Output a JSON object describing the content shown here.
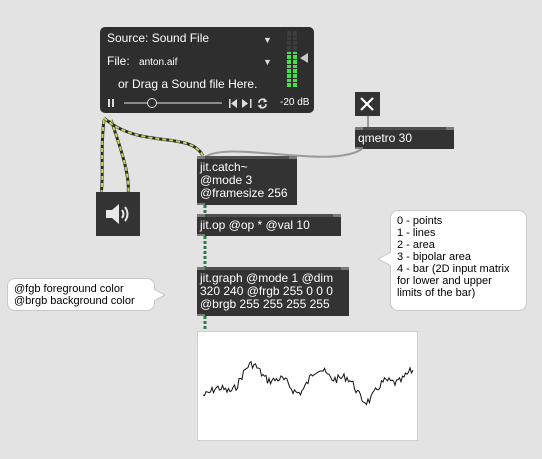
{
  "player": {
    "source_label": "Source: Sound File",
    "file_label": "File:",
    "file_name": "anton.aif",
    "drag_hint": "or Drag a Sound file Here.",
    "db_readout": "-20 dB",
    "level": 0.62,
    "playback_position": 0.28
  },
  "toggle": {
    "state": "on"
  },
  "objects": {
    "qmetro": "qmetro 30",
    "catch_line1": "jit.catch~",
    "catch_line2": "@mode 3",
    "catch_line3": "@framesize 256",
    "op": "jit.op @op * @val 10",
    "graph_line1": "jit.graph @mode 1 @dim",
    "graph_line2": "320 240 @frgb 255 0 0 0",
    "graph_line3": "@brgb 255 255 255 255"
  },
  "comments": {
    "colors_line1": "@fgb foreground color",
    "colors_line2": "@brgb background color",
    "modes_line1": "0 - points",
    "modes_line2": "1 - lines",
    "modes_line3": "2 - area",
    "modes_line4": "3 - bipolar area",
    "modes_line5": "4 - bar (2D input matrix",
    "modes_line6": "for lower and upper",
    "modes_line7": "limits of the bar)"
  },
  "icons": {
    "speaker": "speaker-icon",
    "toggle": "close-icon",
    "pause": "pause-icon",
    "rewind": "skip-back-icon",
    "forward": "skip-forward-icon",
    "loop": "loop-icon"
  },
  "colors": {
    "object_bg": "#333333",
    "patch_bg": "#e3e3e3",
    "meter_green": "#3fe04a",
    "signal_cord": "#c8d25a",
    "matrix_cord": "#2e7a4a"
  }
}
